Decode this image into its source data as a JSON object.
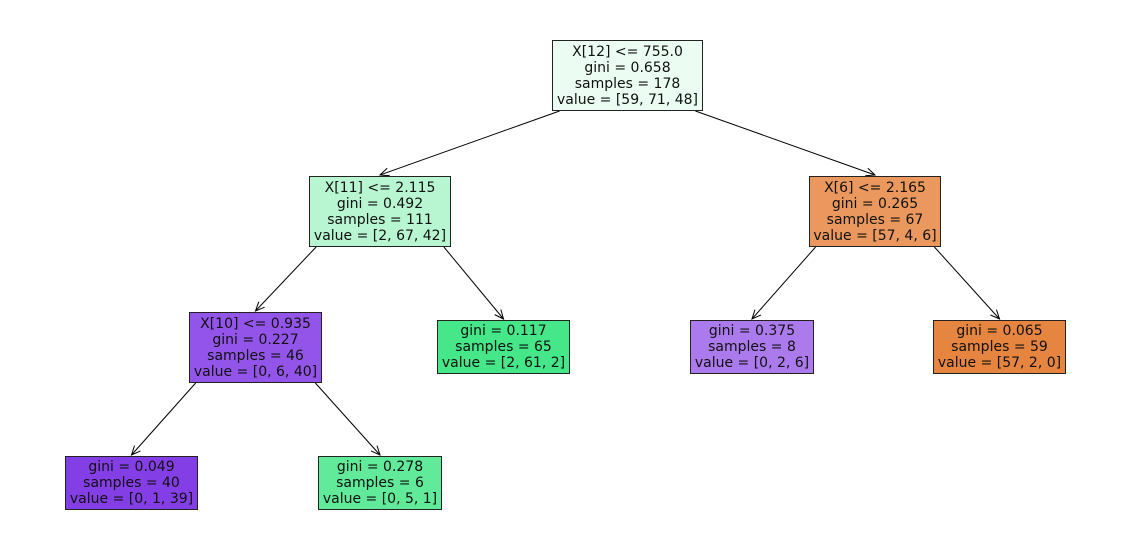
{
  "tree": {
    "nodes": [
      {
        "id": "n0",
        "lines": [
          "X[12] <= 755.0",
          "gini = 0.658",
          "samples = 178",
          "value = [59, 71, 48]"
        ],
        "fill": "#ebfcf2"
      },
      {
        "id": "n1",
        "lines": [
          "X[11] <= 2.115",
          "gini = 0.492",
          "samples = 111",
          "value = [2, 67, 42]"
        ],
        "fill": "#b8f6d2"
      },
      {
        "id": "n2",
        "lines": [
          "X[6] <= 2.165",
          "gini = 0.265",
          "samples = 67",
          "value = [57, 4, 6]"
        ],
        "fill": "#ea985d"
      },
      {
        "id": "n3",
        "lines": [
          "X[10] <= 0.935",
          "gini = 0.227",
          "samples = 46",
          "value = [0, 6, 40]"
        ],
        "fill": "#9355e9"
      },
      {
        "id": "n4",
        "lines": [
          "gini = 0.117",
          "samples = 65",
          "value = [2, 61, 2]"
        ],
        "fill": "#45e789"
      },
      {
        "id": "n5",
        "lines": [
          "gini = 0.375",
          "samples = 8",
          "value = [0, 2, 6]"
        ],
        "fill": "#ab7bee"
      },
      {
        "id": "n6",
        "lines": [
          "gini = 0.065",
          "samples = 59",
          "value = [57, 2, 0]"
        ],
        "fill": "#e68540"
      },
      {
        "id": "n7",
        "lines": [
          "gini = 0.049",
          "samples = 40",
          "value = [0, 1, 39]"
        ],
        "fill": "#843ee6"
      },
      {
        "id": "n8",
        "lines": [
          "gini = 0.278",
          "samples = 6",
          "value = [0, 5, 1]"
        ],
        "fill": "#61ea9a"
      }
    ],
    "edges": [
      [
        "n0",
        "n1"
      ],
      [
        "n0",
        "n2"
      ],
      [
        "n1",
        "n3"
      ],
      [
        "n1",
        "n4"
      ],
      [
        "n2",
        "n5"
      ],
      [
        "n2",
        "n6"
      ],
      [
        "n3",
        "n7"
      ],
      [
        "n3",
        "n8"
      ]
    ]
  }
}
